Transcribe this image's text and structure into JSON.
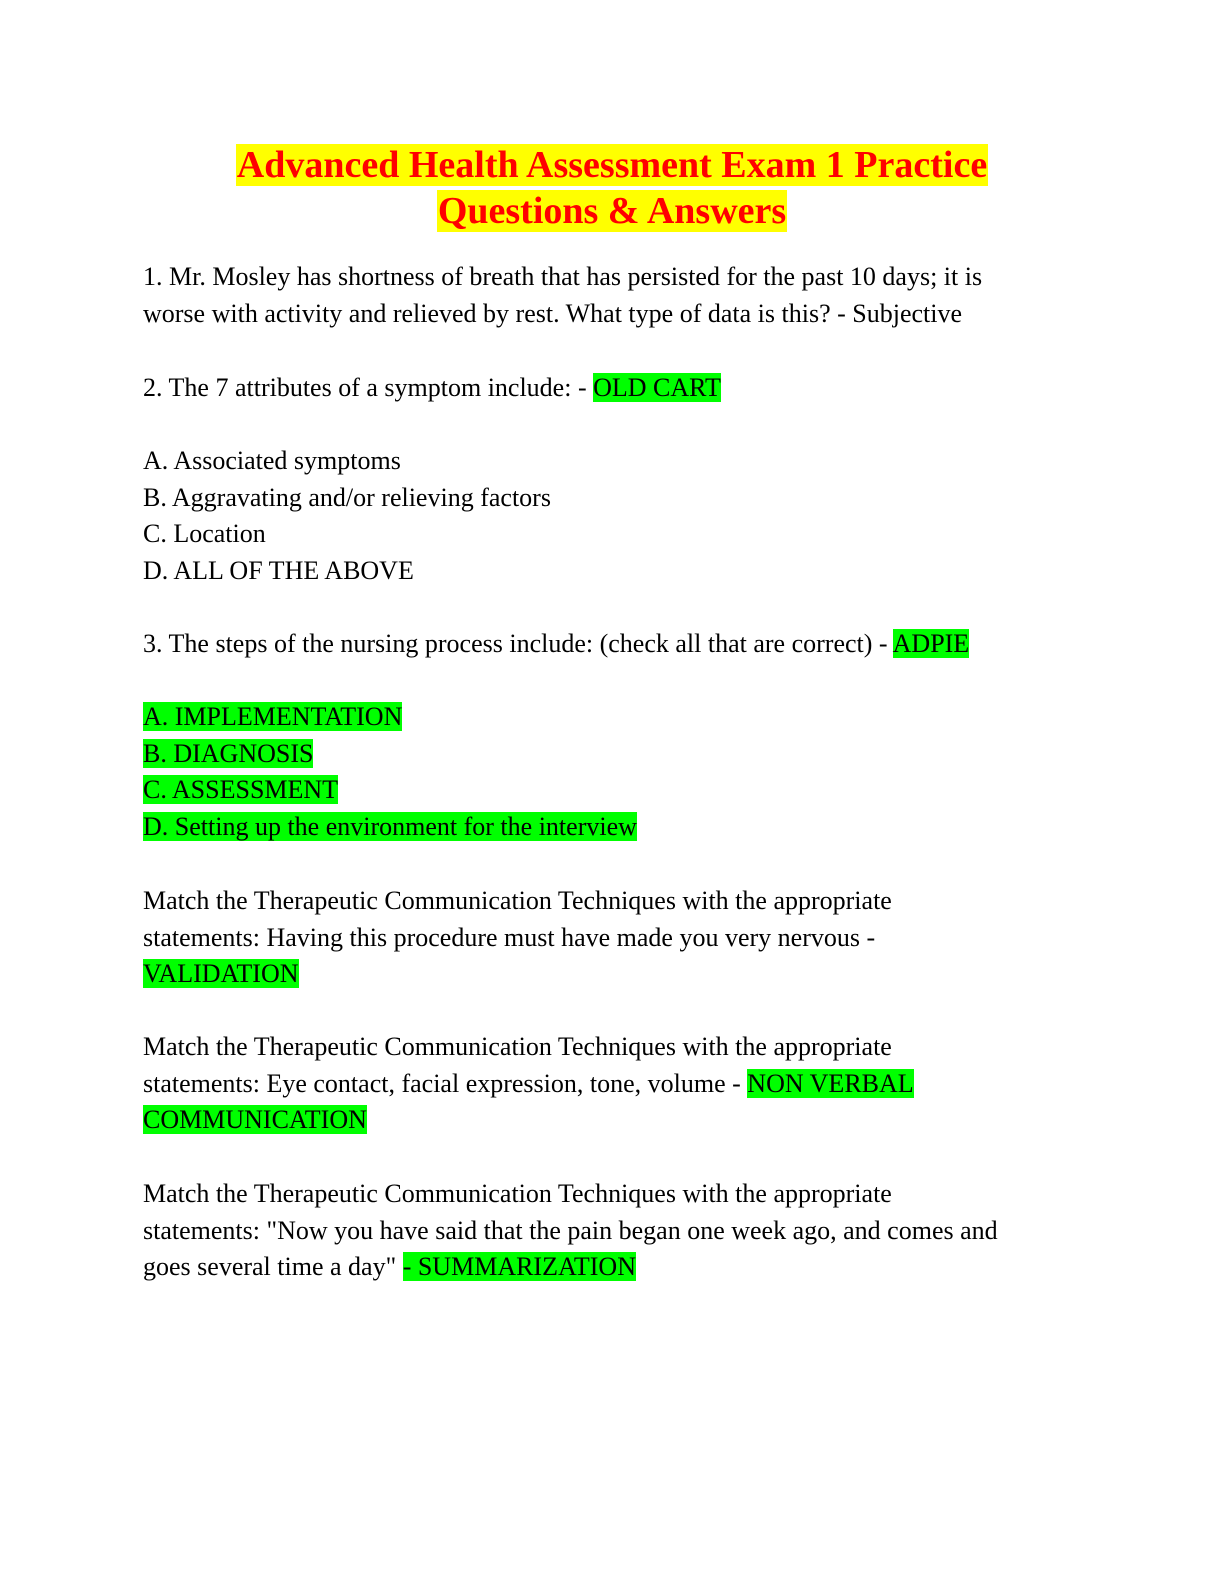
{
  "title": {
    "line1": "Advanced Health Assessment Exam 1 Practice",
    "line2": "Questions & Answers"
  },
  "q1": {
    "line1": "1. Mr. Mosley has shortness of breath that has persisted for the past 10 days; it is",
    "line2": "worse with activity and relieved by rest. What type of data is this? - Subjective"
  },
  "q2": {
    "prompt": "2. The 7 attributes of a symptom include: - ",
    "answer": "OLD CART",
    "options": [
      "A. Associated symptoms",
      "B. Aggravating and/or relieving factors",
      "C. Location",
      "D. ALL OF THE ABOVE"
    ]
  },
  "q3": {
    "prompt": "3. The steps of the nursing process include: (check all that are correct) - ",
    "answer": "ADPIE",
    "options": [
      "A. IMPLEMENTATION",
      "B. DIAGNOSIS",
      "C. ASSESSMENT",
      "D. Setting up the environment for the interview"
    ]
  },
  "q4": {
    "line1": "Match the Therapeutic Communication Techniques with the appropriate",
    "line2": "statements: Having this procedure must have made you very nervous -",
    "answer": "VALIDATION"
  },
  "q5": {
    "line1": "Match the Therapeutic Communication Techniques with the appropriate",
    "line2": "statements: Eye contact, facial expression, tone, volume - ",
    "answer_part1": "NON VERBAL",
    "answer_part2": "COMMUNICATION"
  },
  "q6": {
    "line1": "Match the Therapeutic Communication Techniques with the appropriate",
    "line2": "statements: \"Now you have said that the pain began one week ago, and comes and",
    "line3": "goes several time a day\" ",
    "answer": "- SUMMARIZATION"
  },
  "colors": {
    "title_text": "#ff0000",
    "title_highlight": "#ffff00",
    "answer_highlight": "#00ff00"
  }
}
